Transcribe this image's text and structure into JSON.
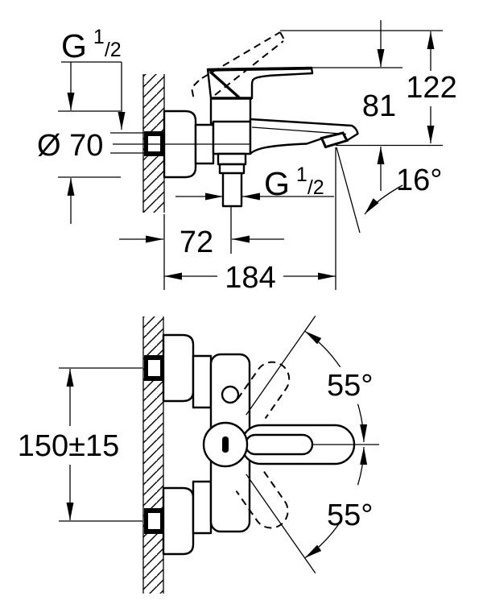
{
  "colors": {
    "line": "#000000",
    "background": "#ffffff"
  },
  "top_view": {
    "view": "side-section-view",
    "inlet_thread": {
      "main": "G",
      "sup": "1",
      "den": "/2"
    },
    "escutcheon_diameter": "Ø 70",
    "height_handle_raised": "122",
    "height_spout_to_handle": "81",
    "spout_angle": "16°",
    "outlet_thread": {
      "main": "G",
      "sup": "1",
      "den": "/2"
    },
    "outlet_distance_from_wall": "72",
    "projection": "184"
  },
  "front_view": {
    "view": "front-view",
    "inlet_spacing": "150±15",
    "lever_swing_up": "55°",
    "lever_swing_down": "55°"
  }
}
